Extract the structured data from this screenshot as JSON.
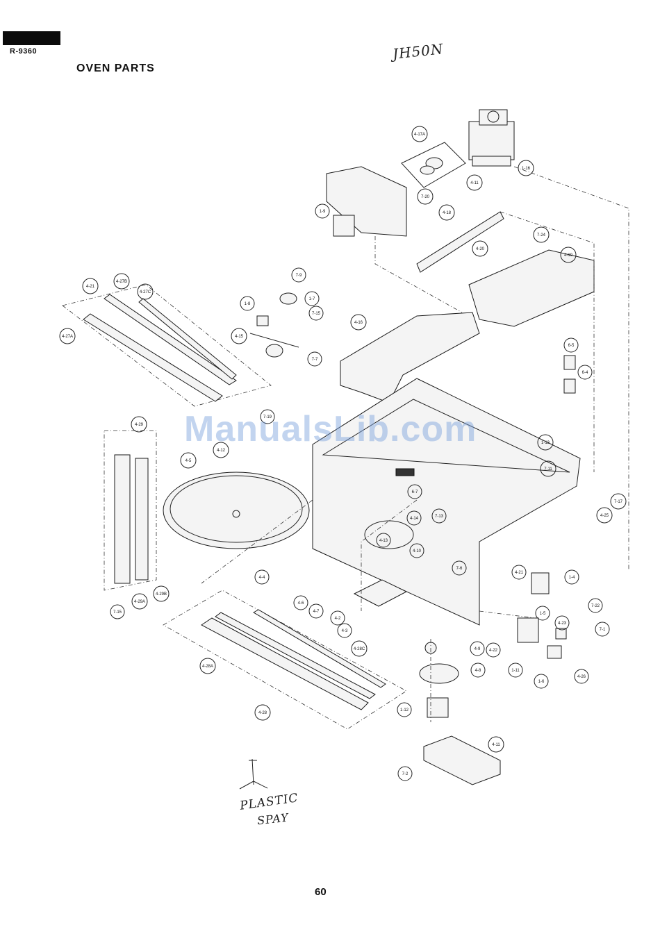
{
  "header": {
    "model": "R-9360",
    "title": "OVEN PARTS"
  },
  "handwritten": {
    "top": "JH50N",
    "bottom_line1": "PLASTIC",
    "bottom_line2": "SPAY"
  },
  "watermark": "ManualsLib.com",
  "footer": {
    "page_number": "60"
  },
  "callouts": [
    "4-17A",
    "1-16",
    "4-11",
    "7-20",
    "4-18",
    "1-9",
    "7-24",
    "4-20",
    "4-19",
    "7-9",
    "4-21",
    "4-27B",
    "4-27C",
    "4-27A",
    "1-8",
    "1-7",
    "7-15",
    "4-15",
    "7-7",
    "4-16",
    "6-5",
    "6-4",
    "4-29",
    "7-19",
    "4-12",
    "1-13",
    "4-5",
    "7-11",
    "7-17",
    "4-25",
    "6-7",
    "7-13",
    "4-14",
    "4-13",
    "4-10",
    "7-6",
    "4-4",
    "4-6",
    "4-7",
    "4-2",
    "4-3",
    "4-29A",
    "4-29B",
    "4-21",
    "1-4",
    "1-5",
    "7-22",
    "4-23",
    "7-1",
    "4-22",
    "1-11",
    "1-6",
    "4-26",
    "4-9",
    "4-8",
    "4-28C",
    "4-28A",
    "4-28",
    "1-12",
    "4-11",
    "7-2"
  ]
}
